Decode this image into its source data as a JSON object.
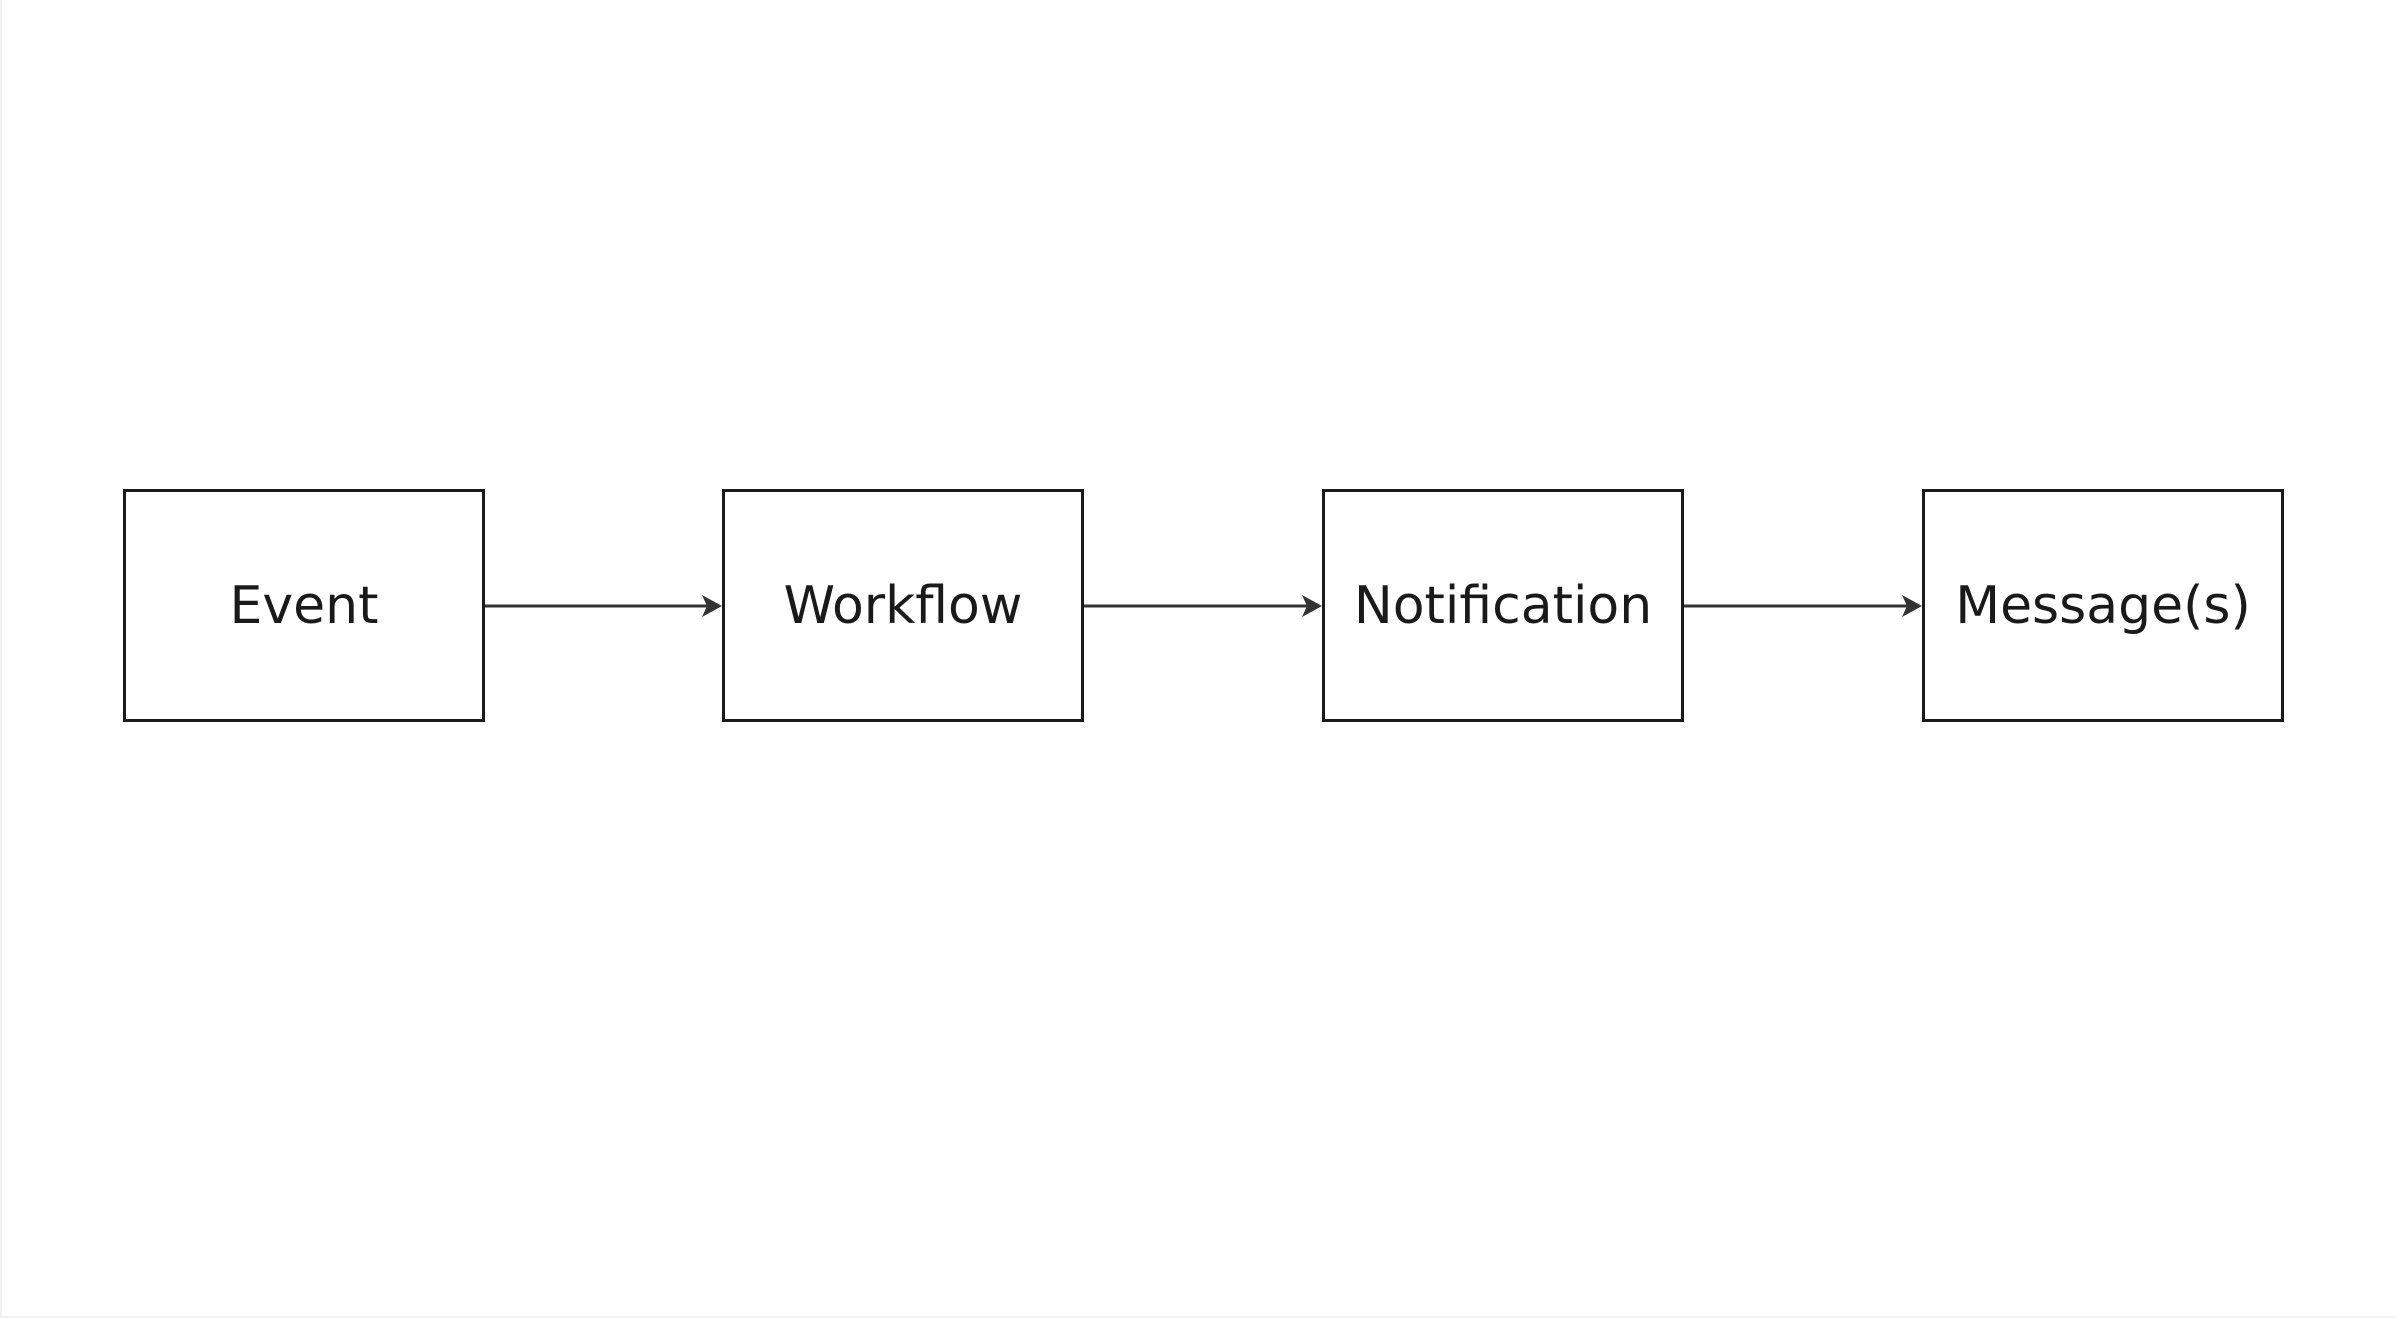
{
  "diagram": {
    "nodes": [
      {
        "id": "event",
        "label": "Event"
      },
      {
        "id": "workflow",
        "label": "Workflow"
      },
      {
        "id": "notification",
        "label": "Notification"
      },
      {
        "id": "messages",
        "label": "Message(s)"
      }
    ],
    "edges": [
      {
        "from": "event",
        "to": "workflow"
      },
      {
        "from": "workflow",
        "to": "notification"
      },
      {
        "from": "notification",
        "to": "messages"
      }
    ],
    "colors": {
      "stroke": "#1a1a1a",
      "arrow": "#333333",
      "background": "#ffffff"
    }
  }
}
